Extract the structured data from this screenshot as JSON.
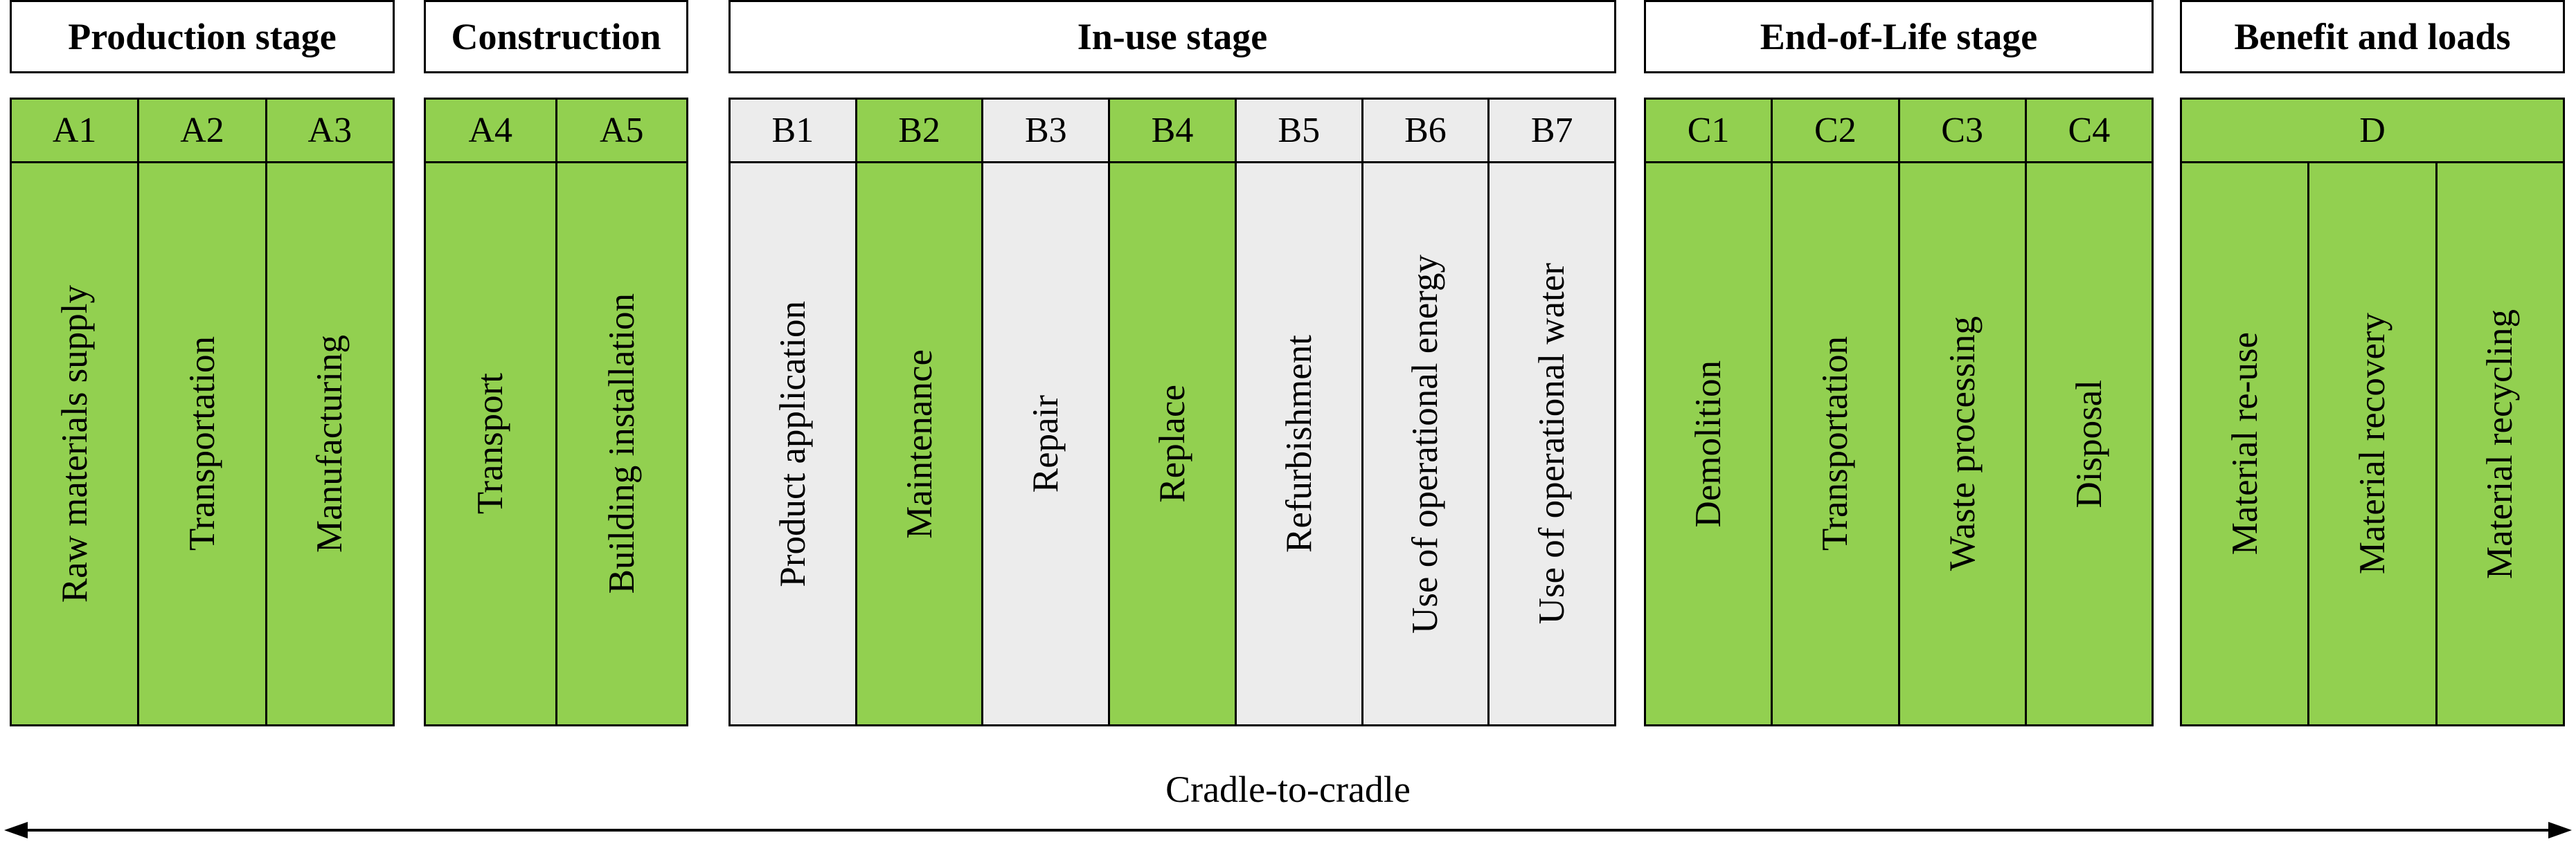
{
  "colors": {
    "green": "#92d050",
    "grey": "#ececec",
    "border": "#000000"
  },
  "headers": {
    "production": "Production stage",
    "construction": "Construction",
    "in_use": "In-use stage",
    "end_of_life": "End-of-Life stage",
    "benefit": "Benefit and loads"
  },
  "production": [
    {
      "code": "A1",
      "label": "Raw materials supply"
    },
    {
      "code": "A2",
      "label": "Transportation"
    },
    {
      "code": "A3",
      "label": "Manufacturing"
    }
  ],
  "construction": [
    {
      "code": "A4",
      "label": "Transport"
    },
    {
      "code": "A5",
      "label": "Building installation"
    }
  ],
  "in_use": [
    {
      "code": "B1",
      "label": "Product application",
      "highlight": false
    },
    {
      "code": "B2",
      "label": "Maintenance",
      "highlight": true
    },
    {
      "code": "B3",
      "label": "Repair",
      "highlight": false
    },
    {
      "code": "B4",
      "label": "Replace",
      "highlight": true
    },
    {
      "code": "B5",
      "label": "Refurbishment",
      "highlight": false
    },
    {
      "code": "B6",
      "label": "Use of operational energy",
      "highlight": false
    },
    {
      "code": "B7",
      "label": "Use of operational water",
      "highlight": false
    }
  ],
  "end_of_life": [
    {
      "code": "C1",
      "label": "Demolition"
    },
    {
      "code": "C2",
      "label": "Transportation"
    },
    {
      "code": "C3",
      "label": "Waste processing"
    },
    {
      "code": "C4",
      "label": "Disposal"
    }
  ],
  "benefit": {
    "code": "D",
    "items": [
      "Material re-use",
      "Material recovery",
      "Material recycling"
    ]
  },
  "scope_label": "Cradle-to-cradle"
}
